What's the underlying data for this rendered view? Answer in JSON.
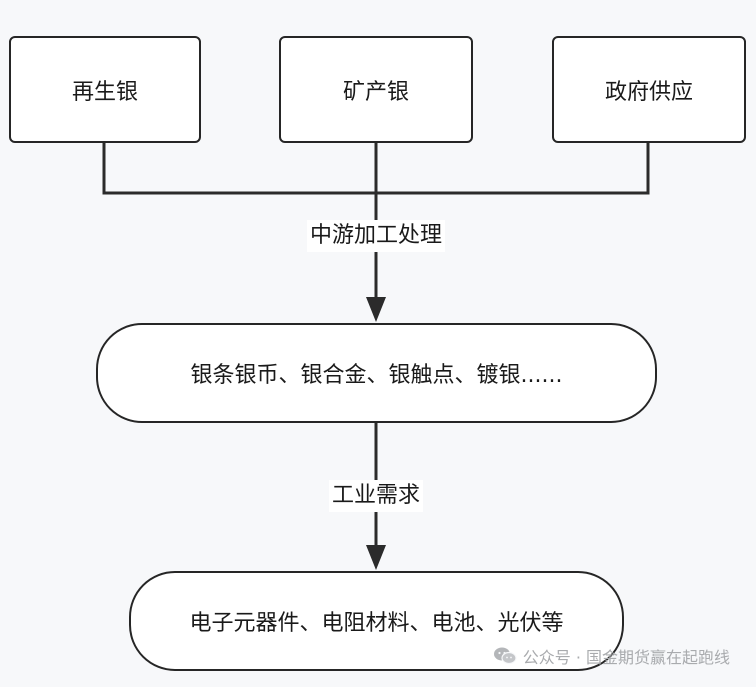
{
  "nodes": {
    "source_recycled": "再生银",
    "source_mine": "矿产银",
    "source_government": "政府供应",
    "midstream_products": "银条银币、银合金、银触点、镀银......",
    "downstream_applications": "电子元器件、电阻材料、电池、光伏等"
  },
  "edges": {
    "processing_label": "中游加工处理",
    "demand_label": "工业需求"
  },
  "watermark": {
    "icon": "wechat-icon",
    "text": "公众号 · 国金期货赢在起跑线"
  },
  "colors": {
    "line": "#2b2b2b",
    "node_border": "#262626",
    "background": "#f7f8fa"
  }
}
